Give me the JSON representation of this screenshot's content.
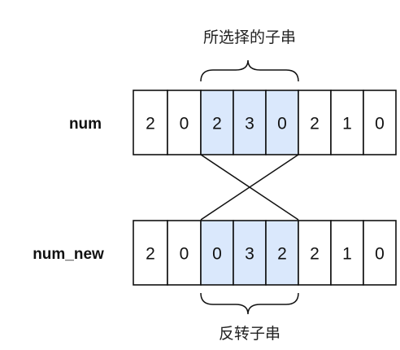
{
  "top_caption": "所选择的子串",
  "bottom_caption": "反转子串",
  "rows": [
    {
      "label": "num",
      "digits": [
        "2",
        "0",
        "2",
        "3",
        "0",
        "2",
        "1",
        "0"
      ]
    },
    {
      "label": "num_new",
      "digits": [
        "2",
        "0",
        "0",
        "3",
        "2",
        "2",
        "1",
        "0"
      ]
    }
  ],
  "highlight": {
    "start_index": 2,
    "end_index": 4
  },
  "colors": {
    "highlight_fill": "#dae8fc",
    "cell_fill": "#ffffff",
    "stroke": "#111111"
  }
}
